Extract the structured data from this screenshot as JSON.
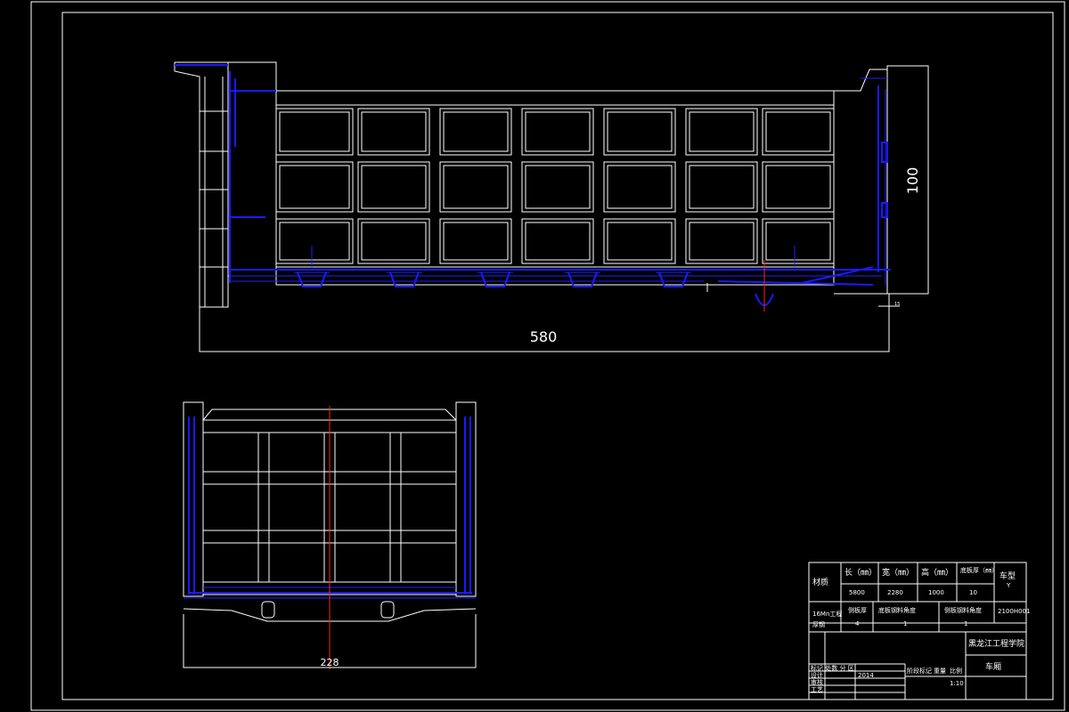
{
  "drawing": {
    "side_view": {
      "length_dim": "580",
      "height_dim": "100",
      "small_dim": "15"
    },
    "end_view": {
      "width_dim": "228"
    }
  },
  "title_block": {
    "material_label": "材质",
    "header_length": "长（㎜）",
    "header_width": "宽（㎜）",
    "header_height": "高（㎜）",
    "header_floor": "底板厚（㎜）",
    "header_model": "车型",
    "length_value": "5800",
    "width_value": "2280",
    "height_value": "1000",
    "floor_value": "10",
    "model_value": "Y",
    "left_note_1": "16Mn工程",
    "left_note_2": "厚钢",
    "side_plate_label": "侧板厚",
    "side_plate_value": "4",
    "front_label": "底板钢料角度",
    "front_value": "1",
    "rear_label": "侧板钢料角度",
    "rear_value": "1",
    "code": "2100H001",
    "school": "黑龙江工程学院",
    "part_name": "车厢",
    "row_marks": "标记 处数 分 区",
    "row_design": "设计",
    "row_check": "审核",
    "row_process": "工艺",
    "stage_label": "阶段标记",
    "weight_label": "重量",
    "scale_label": "比例",
    "scale_value": "1:10",
    "date_value": "2014"
  }
}
